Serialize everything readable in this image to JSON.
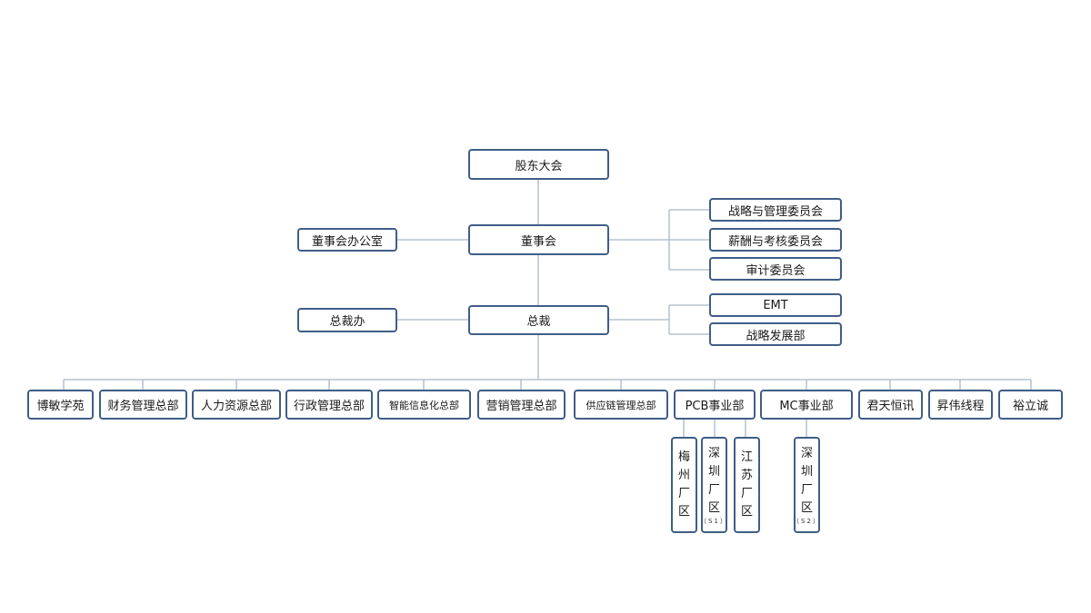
{
  "org": {
    "shareholders": "股东大会",
    "board": "董事会",
    "board_office": "董事会办公室",
    "committees": [
      "战略与管理委员会",
      "薪酬与考核委员会",
      "审计委员会"
    ],
    "president": "总裁",
    "president_office": "总裁办",
    "president_units": [
      "EMT",
      "战略发展部"
    ],
    "departments": [
      "博敏学苑",
      "财务管理总部",
      "人力资源总部",
      "行政管理总部",
      "智能信息化总部",
      "营销管理总部",
      "供应链管理总部",
      "PCB事业部",
      "MC事业部",
      "君天恒讯",
      "昇伟线程",
      "裕立诚"
    ],
    "pcb_factories": [
      {
        "chars": [
          "梅",
          "州",
          "厂",
          "区"
        ],
        "sub": ""
      },
      {
        "chars": [
          "深",
          "圳",
          "厂",
          "区"
        ],
        "sub": "（S1）"
      },
      {
        "chars": [
          "江",
          "苏",
          "厂",
          "区"
        ],
        "sub": ""
      }
    ],
    "mc_factories": [
      {
        "chars": [
          "深",
          "圳",
          "厂",
          "区"
        ],
        "sub": "（S2）"
      }
    ]
  },
  "colors": {
    "box_border": "#3f5e87",
    "connector": "#a9b6c8"
  }
}
